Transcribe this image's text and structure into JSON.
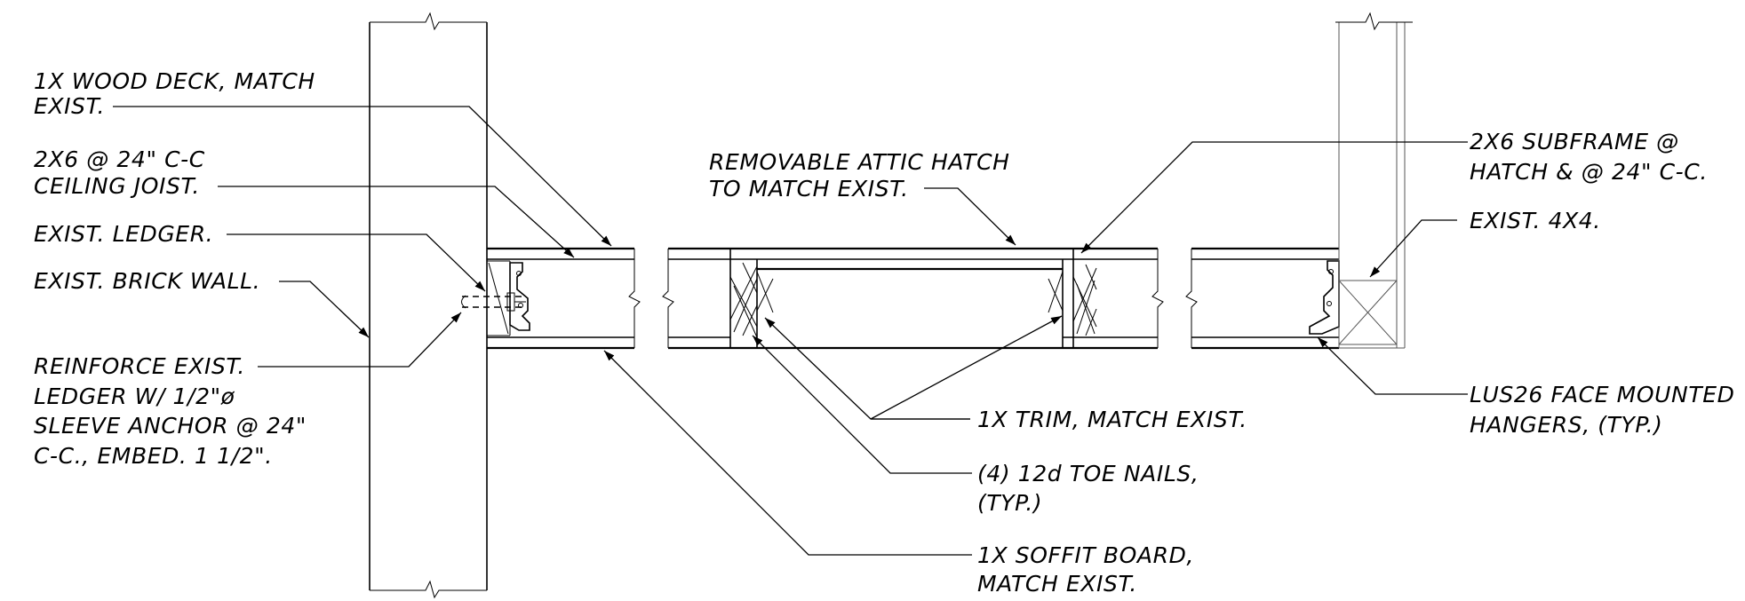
{
  "labels": {
    "wood_deck_1": "1X WOOD DECK, MATCH",
    "wood_deck_2": "EXIST.",
    "joist_1": "2X6 @ 24\" C-C",
    "joist_2": "CEILING JOIST.",
    "ledger": "EXIST. LEDGER.",
    "brick_wall": "EXIST. BRICK WALL.",
    "reinforce_1": "REINFORCE EXIST.",
    "reinforce_2": "LEDGER W/ 1/2\"ø",
    "reinforce_3": "SLEEVE ANCHOR @ 24\"",
    "reinforce_4": "C-C., EMBED. 1 1/2\".",
    "hatch_1": "REMOVABLE ATTIC HATCH",
    "hatch_2": "TO MATCH EXIST.",
    "subframe_1": "2X6 SUBFRAME @",
    "subframe_2": "HATCH & @ 24\" C-C.",
    "post": "EXIST. 4X4.",
    "hangers_1": "LUS26 FACE MOUNTED",
    "hangers_2": "HANGERS, (TYP.)",
    "trim": "1X TRIM, MATCH EXIST.",
    "toe_nails_1": "(4) 12d TOE NAILS,",
    "toe_nails_2": "(TYP.)",
    "soffit_1": "1X SOFFIT BOARD,",
    "soffit_2": "MATCH EXIST."
  }
}
